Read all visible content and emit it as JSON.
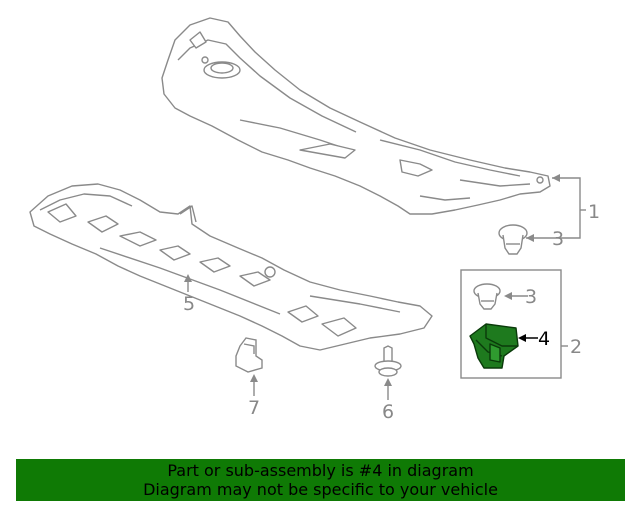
{
  "callouts": {
    "c1": "1",
    "c2": "2",
    "c3a": "3",
    "c3b": "3",
    "c4": "4",
    "c5": "5",
    "c6": "6",
    "c7": "7"
  },
  "banner": {
    "line1": "Part or sub-assembly is #4 in diagram",
    "line2": "Diagram may not be specific to your vehicle"
  },
  "colors": {
    "highlight": "#1e7a1e",
    "banner_bg": "#0f7a05",
    "line_art": "#8a8a8a"
  }
}
